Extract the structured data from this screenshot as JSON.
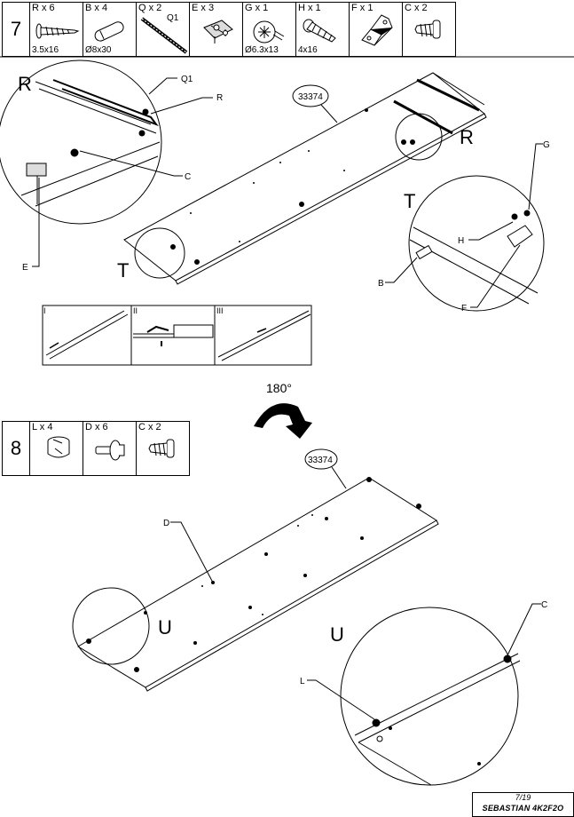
{
  "step7": {
    "number": "7",
    "parts": [
      {
        "label": "R x 6",
        "size": "3.5x16",
        "icon": "wood-screw-icon"
      },
      {
        "label": "B x 4",
        "size": "Ø8x30",
        "icon": "dowel-icon"
      },
      {
        "label": "Q x 2",
        "size": "",
        "extra": "Q1",
        "icon": "metal-rail-icon"
      },
      {
        "label": "E x 3",
        "size": "",
        "icon": "hinge-plate-icon"
      },
      {
        "label": "G x 1",
        "size": "Ø6.3x13",
        "icon": "screw-head-icon"
      },
      {
        "label": "H x 1",
        "size": "4x16",
        "icon": "short-screw-icon"
      },
      {
        "label": "F x 1",
        "size": "",
        "icon": "bracket-icon"
      },
      {
        "label": "C x 2",
        "size": "",
        "icon": "pin-screw-icon"
      }
    ]
  },
  "step8": {
    "number": "8",
    "parts": [
      {
        "label": "L x 4",
        "size": "",
        "icon": "cam-lock-icon"
      },
      {
        "label": "D x 6",
        "size": "",
        "icon": "connector-bolt-icon"
      },
      {
        "label": "C x 2",
        "size": "",
        "icon": "pin-screw-icon"
      }
    ]
  },
  "labels": {
    "panel_code_top": "33374",
    "panel_code_bottom": "33374",
    "rotate": "180°",
    "detail_R": "R",
    "detail_T": "T",
    "detail_U": "U",
    "callout_Q1": "Q1",
    "callout_R": "R",
    "callout_C": "C",
    "callout_E": "E",
    "callout_G": "G",
    "callout_H": "H",
    "callout_B": "B",
    "callout_F": "F",
    "callout_D": "D",
    "callout_L": "L",
    "sub_I": "I",
    "sub_II": "II",
    "sub_III": "III"
  },
  "footer": {
    "page": "7/19",
    "model": "SEBASTIAN 4K2F2O"
  }
}
